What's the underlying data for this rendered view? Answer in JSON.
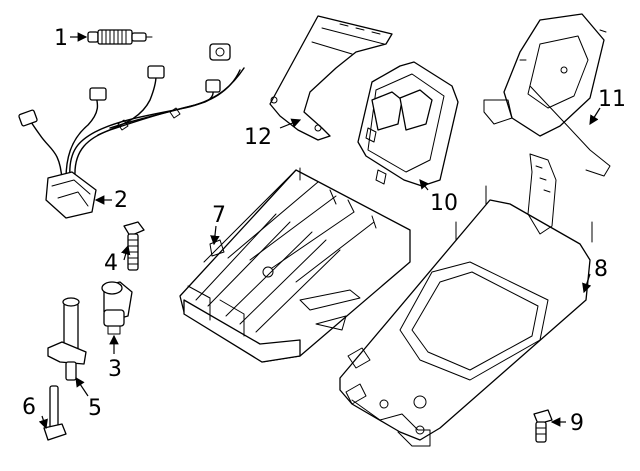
{
  "callouts": [
    {
      "num": "1"
    },
    {
      "num": "2"
    },
    {
      "num": "3"
    },
    {
      "num": "4"
    },
    {
      "num": "5"
    },
    {
      "num": "6"
    },
    {
      "num": "7"
    },
    {
      "num": "8"
    },
    {
      "num": "9"
    },
    {
      "num": "10"
    },
    {
      "num": "11"
    },
    {
      "num": "12"
    }
  ],
  "colors": {
    "line": "#000000",
    "background": "#ffffff"
  }
}
